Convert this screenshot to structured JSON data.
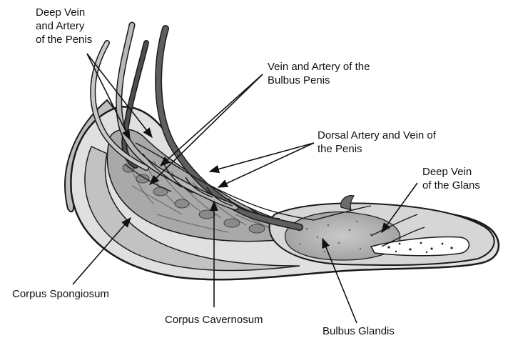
{
  "labels": {
    "deep_vein_artery_penis": [
      "Deep Vein",
      "and Artery",
      "of the Penis"
    ],
    "vein_artery_bulbus": [
      "Vein and Artery of the",
      "Bulbus Penis"
    ],
    "dorsal_artery_vein": [
      "Dorsal Artery and Vein of",
      "the Penis"
    ],
    "deep_vein_glans": [
      "Deep Vein",
      "of the Glans"
    ],
    "corpus_spongiosum": "Corpus Spongiosum",
    "corpus_cavernosum": "Corpus Cavernosum",
    "bulbus_glandis": "Bulbus Glandis"
  },
  "colors": {
    "outline": "#1a1a1a",
    "vessel_dark": "#555555",
    "vessel_light": "#b4b4b4",
    "tissue_light": "#dcdcdc",
    "tissue_mid": "#a8a8a8",
    "tissue_dark": "#7a7a7a",
    "label_text": "#111111"
  }
}
